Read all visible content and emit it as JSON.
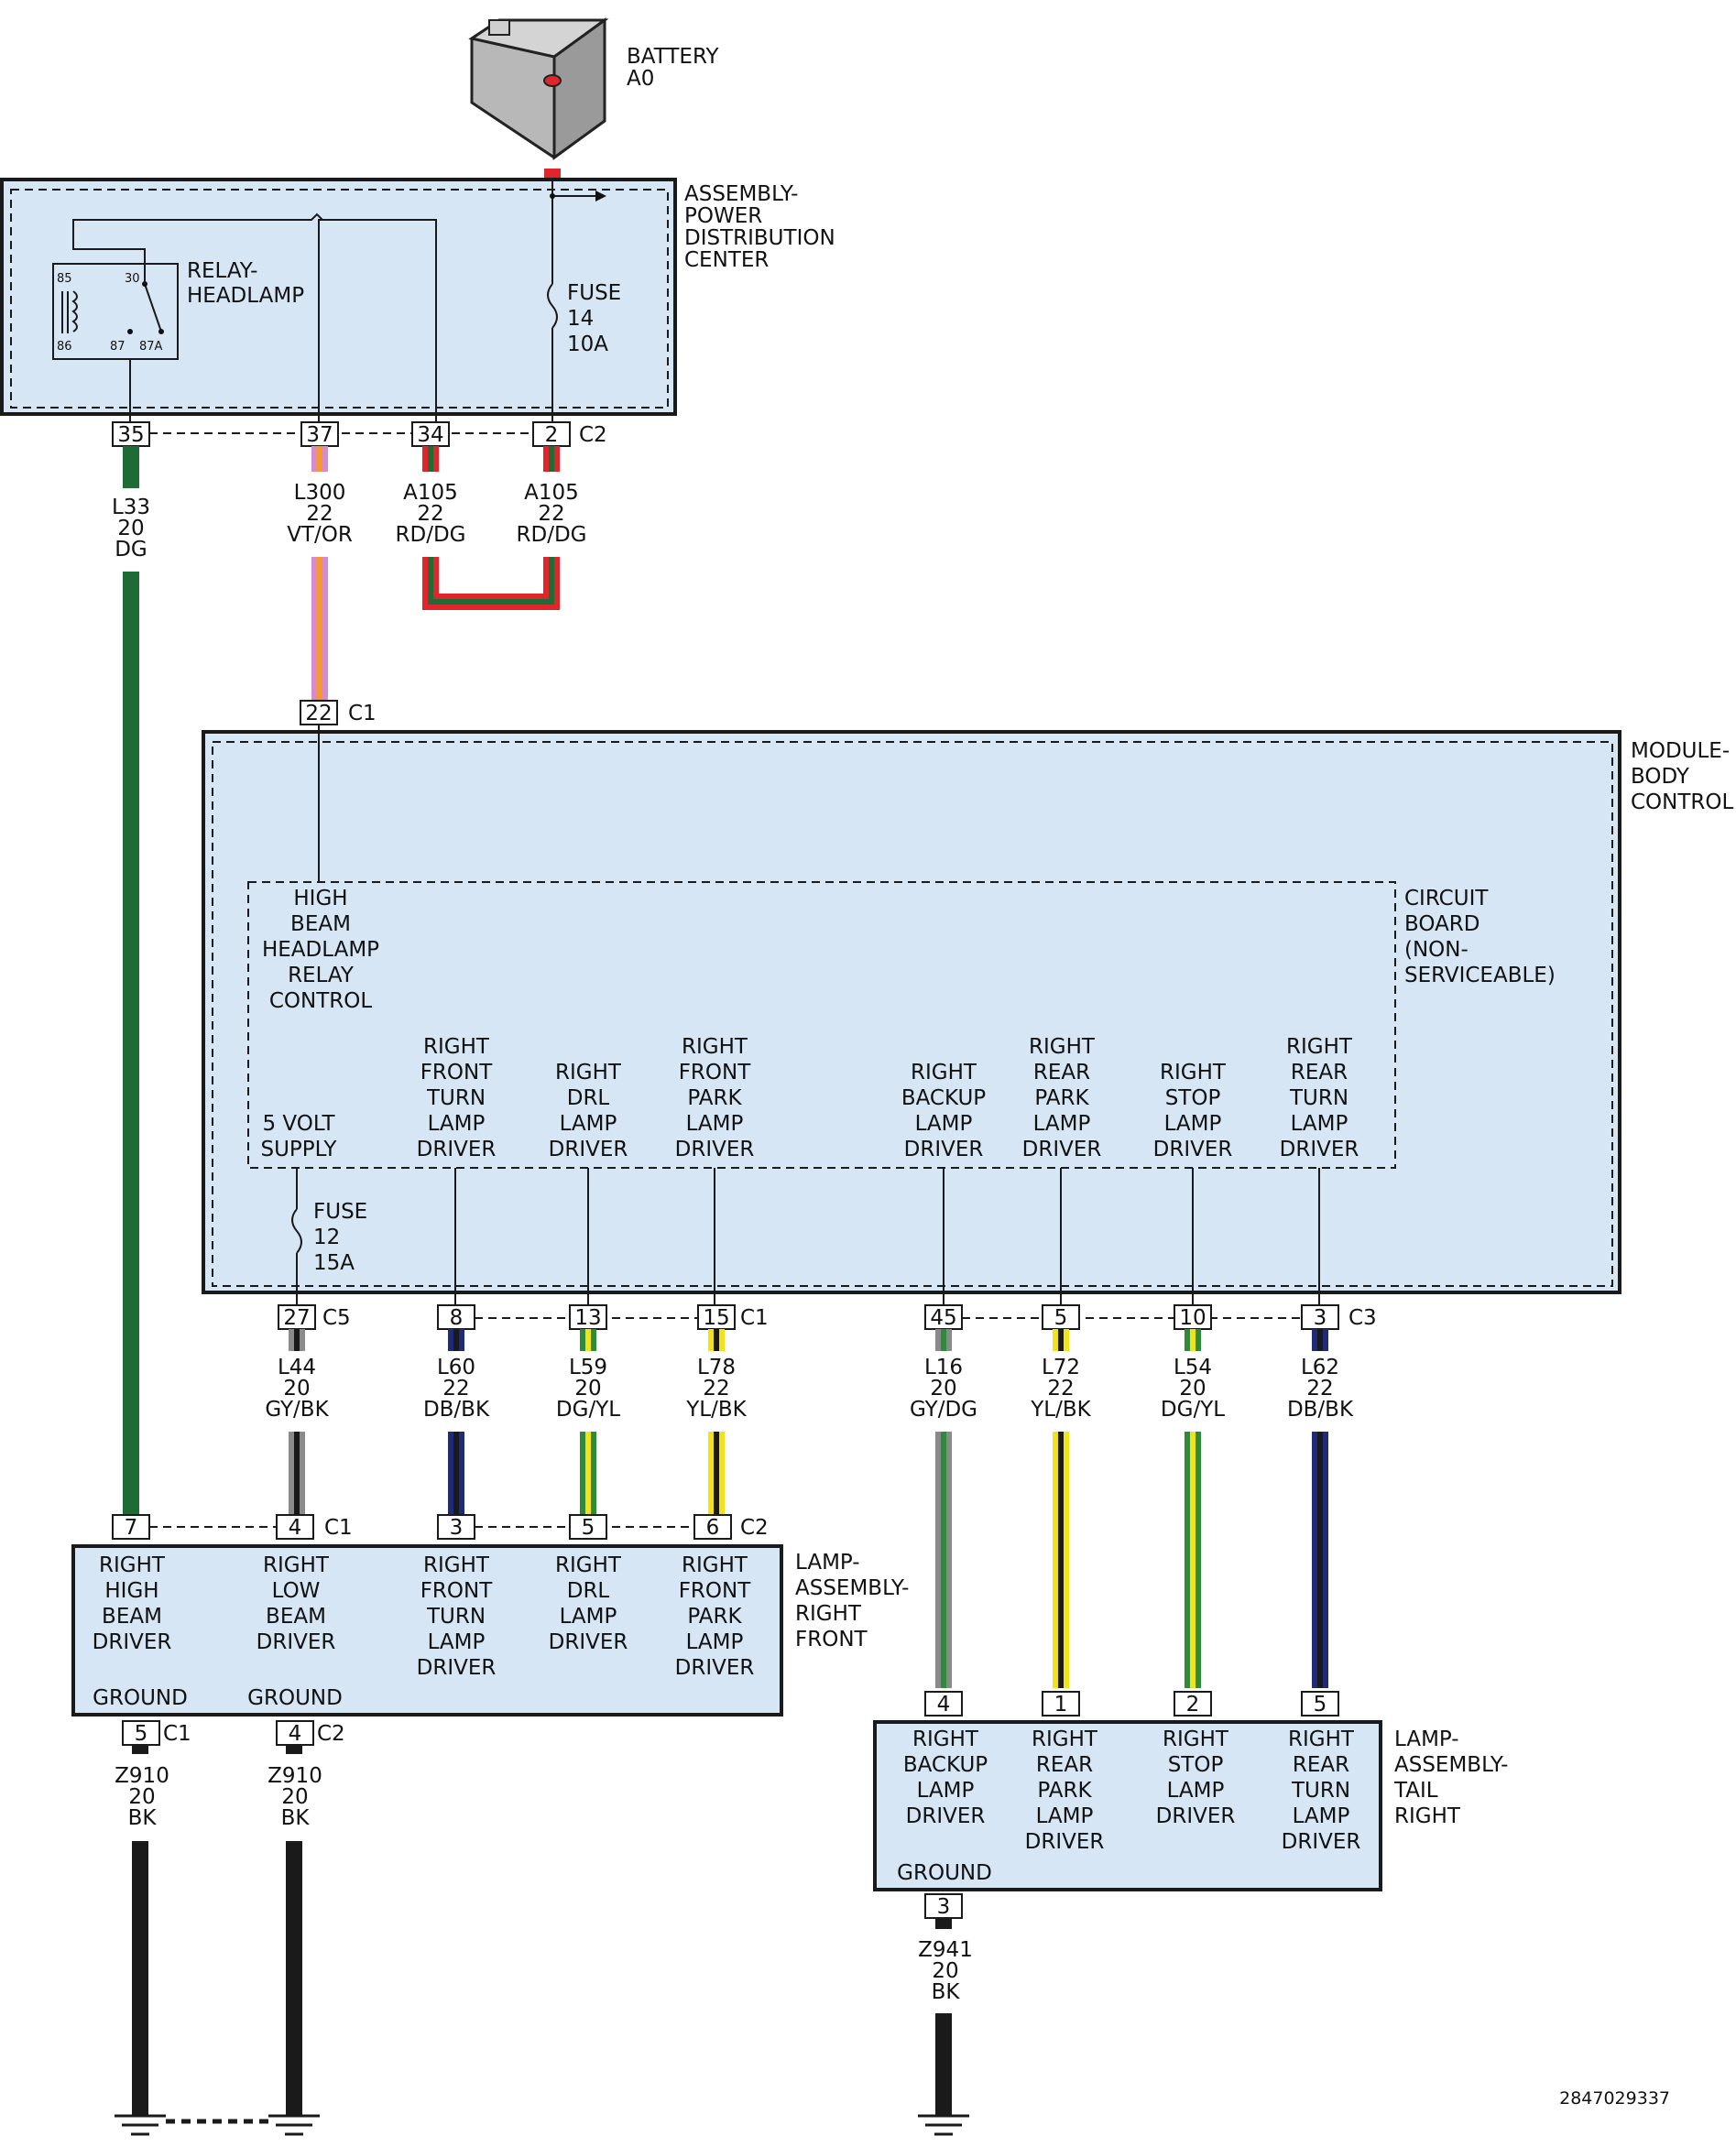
{
  "colors": {
    "module_fill": "#d6e6f5",
    "red": "#e0262a",
    "dark_green": "#1e6b36",
    "green": "#2e8b3c",
    "violet": "#d98acb",
    "orange": "#f29a2e",
    "gray": "#8a8a8a",
    "black": "#1a1a1a",
    "yellow": "#f2e21a",
    "dark_blue": "#1f2a7a"
  },
  "battery": {
    "line1": "BATTERY",
    "line2": "A0"
  },
  "pdc": {
    "name_lines": [
      "ASSEMBLY-",
      "POWER",
      "DISTRIBUTION",
      "CENTER"
    ],
    "relay_lines": [
      "RELAY-",
      "HEADLAMP"
    ],
    "relay_pins": [
      "85",
      "86",
      "30",
      "87",
      "87A"
    ],
    "fuse_lines": [
      "FUSE",
      "14",
      "10A"
    ],
    "connector": "C2",
    "pins": [
      "35",
      "37",
      "34",
      "2"
    ]
  },
  "wires_top": [
    {
      "circuit": "L33",
      "gauge": "20",
      "color": "DG"
    },
    {
      "circuit": "L300",
      "gauge": "22",
      "color": "VT/OR"
    },
    {
      "circuit": "A105",
      "gauge": "22",
      "color": "RD/DG"
    },
    {
      "circuit": "A105",
      "gauge": "22",
      "color": "RD/DG"
    }
  ],
  "bcm": {
    "name_lines": [
      "MODULE-",
      "BODY",
      "CONTROL"
    ],
    "in_pin": "22",
    "in_connector": "C1",
    "board_lines": [
      "CIRCUIT",
      "BOARD",
      "(NON-",
      "SERVICEABLE)"
    ],
    "relay_control_lines": [
      "HIGH",
      "BEAM",
      "HEADLAMP",
      "RELAY",
      "CONTROL"
    ],
    "supply_lines": [
      "5 VOLT",
      "SUPPLY"
    ],
    "fuse_lines": [
      "FUSE",
      "12",
      "15A"
    ],
    "drivers": [
      [
        "RIGHT",
        "FRONT",
        "TURN",
        "LAMP",
        "DRIVER"
      ],
      [
        "RIGHT",
        "DRL",
        "LAMP",
        "DRIVER"
      ],
      [
        "RIGHT",
        "FRONT",
        "PARK",
        "LAMP",
        "DRIVER"
      ],
      [
        "RIGHT",
        "BACKUP",
        "LAMP",
        "DRIVER"
      ],
      [
        "RIGHT",
        "REAR",
        "PARK",
        "LAMP",
        "DRIVER"
      ],
      [
        "RIGHT",
        "STOP",
        "LAMP",
        "DRIVER"
      ],
      [
        "RIGHT",
        "REAR",
        "TURN",
        "LAMP",
        "DRIVER"
      ]
    ],
    "out_pins": [
      "27",
      "8",
      "13",
      "15",
      "45",
      "5",
      "10",
      "3"
    ],
    "out_connectors": [
      "C5",
      "C1",
      "C3"
    ]
  },
  "wires_mid": [
    {
      "circuit": "L44",
      "gauge": "20",
      "color": "GY/BK"
    },
    {
      "circuit": "L60",
      "gauge": "22",
      "color": "DB/BK"
    },
    {
      "circuit": "L59",
      "gauge": "20",
      "color": "DG/YL"
    },
    {
      "circuit": "L78",
      "gauge": "22",
      "color": "YL/BK"
    },
    {
      "circuit": "L16",
      "gauge": "20",
      "color": "GY/DG"
    },
    {
      "circuit": "L72",
      "gauge": "22",
      "color": "YL/BK"
    },
    {
      "circuit": "L54",
      "gauge": "20",
      "color": "DG/YL"
    },
    {
      "circuit": "L62",
      "gauge": "22",
      "color": "DB/BK"
    }
  ],
  "front_lamp": {
    "name_lines": [
      "LAMP-",
      "ASSEMBLY-",
      "RIGHT",
      "FRONT"
    ],
    "pins": [
      "7",
      "4",
      "3",
      "5",
      "6"
    ],
    "connectors": [
      "C1",
      "C2"
    ],
    "labels": [
      [
        "RIGHT",
        "HIGH",
        "BEAM",
        "DRIVER"
      ],
      [
        "RIGHT",
        "LOW",
        "BEAM",
        "DRIVER"
      ],
      [
        "RIGHT",
        "FRONT",
        "TURN",
        "LAMP",
        "DRIVER"
      ],
      [
        "RIGHT",
        "DRL",
        "LAMP",
        "DRIVER"
      ],
      [
        "RIGHT",
        "FRONT",
        "PARK",
        "LAMP",
        "DRIVER"
      ]
    ],
    "ground_label": "GROUND",
    "ground_pins": [
      "5",
      "4"
    ],
    "ground_connectors": [
      "C1",
      "C2"
    ],
    "ground_wires": [
      {
        "circuit": "Z910",
        "gauge": "20",
        "color": "BK"
      },
      {
        "circuit": "Z910",
        "gauge": "20",
        "color": "BK"
      }
    ]
  },
  "tail_lamp": {
    "name_lines": [
      "LAMP-",
      "ASSEMBLY-",
      "TAIL",
      "RIGHT"
    ],
    "pins": [
      "4",
      "1",
      "2",
      "5"
    ],
    "labels": [
      [
        "RIGHT",
        "BACKUP",
        "LAMP",
        "DRIVER"
      ],
      [
        "RIGHT",
        "REAR",
        "PARK",
        "LAMP",
        "DRIVER"
      ],
      [
        "RIGHT",
        "STOP",
        "LAMP",
        "DRIVER"
      ],
      [
        "RIGHT",
        "REAR",
        "TURN",
        "LAMP",
        "DRIVER"
      ]
    ],
    "ground_label": "GROUND",
    "ground_pin": "3",
    "ground_wire": {
      "circuit": "Z941",
      "gauge": "20",
      "color": "BK"
    }
  },
  "footer_id": "2847029337"
}
